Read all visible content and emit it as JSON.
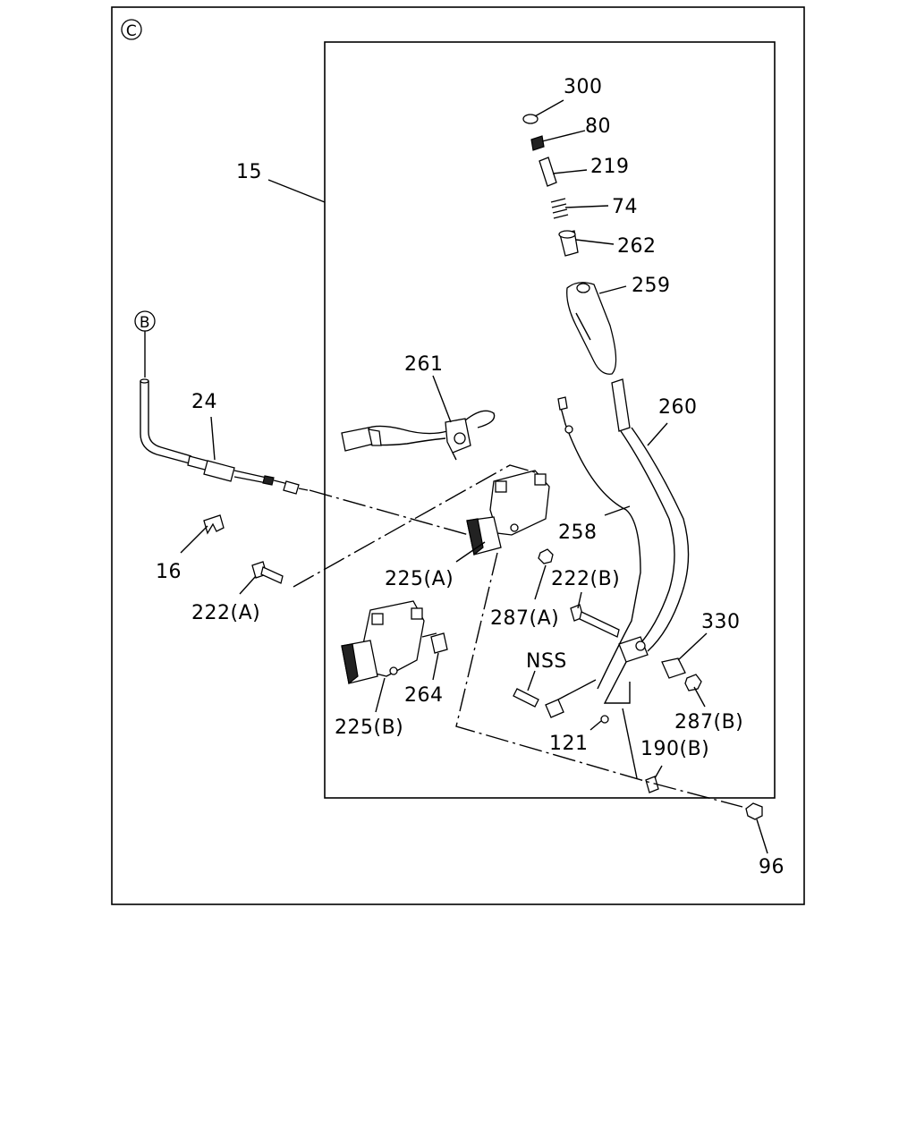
{
  "diagram": {
    "frame_marker": "C",
    "cable_end_marker": "B",
    "callouts": {
      "c300": "300",
      "c80": "80",
      "c219": "219",
      "c74": "74",
      "c262": "262",
      "c259": "259",
      "c15": "15",
      "c261": "261",
      "c260": "260",
      "c24": "24",
      "c258": "258",
      "c16": "16",
      "c225a": "225(A)",
      "c222b": "222(B)",
      "c222a": "222(A)",
      "c287a": "287(A)",
      "c330": "330",
      "cnss": "NSS",
      "c264": "264",
      "c287b": "287(B)",
      "c225b": "225(B)",
      "c121": "121",
      "c190b": "190(B)",
      "c96": "96"
    }
  }
}
